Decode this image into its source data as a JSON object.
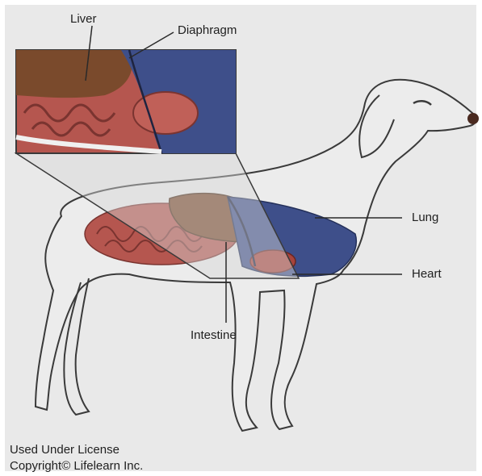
{
  "labels": {
    "liver": "Liver",
    "diaphragm": "Diaphragm",
    "lung": "Lung",
    "heart": "Heart",
    "intestine": "Intestine"
  },
  "credit": {
    "line1": "Used Under License",
    "line2": "Copyright© Lifelearn Inc."
  },
  "colors": {
    "background": "#e9e9e9",
    "frame": "#ffffff",
    "outline": "#3a3a3a",
    "liver": "#7a4a2c",
    "lung_diaphragm": "#3e4f8a",
    "intestine": "#b5564f",
    "heart": "#a8443c"
  }
}
